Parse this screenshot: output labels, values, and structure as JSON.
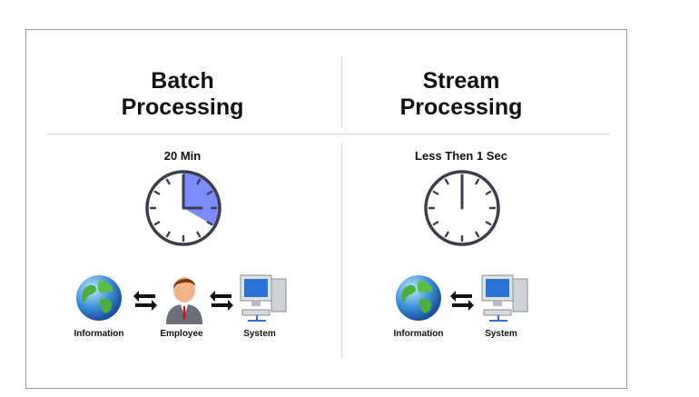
{
  "batch": {
    "title_line1": "Batch",
    "title_line2": "Processing",
    "time": "20 Min",
    "nodes": [
      "Information",
      "Employee",
      "System"
    ]
  },
  "stream": {
    "title_line1": "Stream",
    "title_line2": "Processing",
    "time": "Less Then 1 Sec",
    "nodes": [
      "Information",
      "System"
    ]
  },
  "colors": {
    "clock_fill": "#7b8cff",
    "clock_stroke": "#3b3f4a"
  },
  "icons": [
    "globe-icon",
    "exchange-arrows-icon",
    "person-icon",
    "computer-icon"
  ]
}
